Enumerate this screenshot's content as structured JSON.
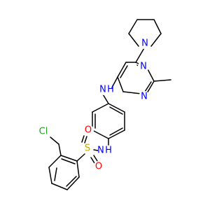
{
  "molecule": {
    "atoms": {
      "n_pyrrolidine": {
        "label": "N",
        "color": "#0000ff"
      },
      "n_pyrimidine_upper": {
        "label": "N",
        "color": "#0000ff"
      },
      "n_pyrimidine_lower": {
        "label": "N",
        "color": "#0000ff"
      },
      "nh_upper": {
        "label": "N",
        "color": "#0000ff"
      },
      "h_upper": {
        "label": "H",
        "color": "#0000ff"
      },
      "nh_lower": {
        "label": "N",
        "color": "#0000ff"
      },
      "h_lower": {
        "label": "H",
        "color": "#0000ff"
      },
      "sulfur": {
        "label": "S",
        "color": "#c8a800"
      },
      "oxygen_left": {
        "label": "O",
        "color": "#ff0000"
      },
      "oxygen_right": {
        "label": "O",
        "color": "#ff0000"
      },
      "chlorine": {
        "label": "Cl",
        "color": "#22a022"
      }
    },
    "colors": {
      "bond": "#000000",
      "nitrogen": "#0000ff",
      "oxygen": "#ff0000",
      "sulfur": "#c8a800",
      "chlorine": "#22a022"
    }
  }
}
